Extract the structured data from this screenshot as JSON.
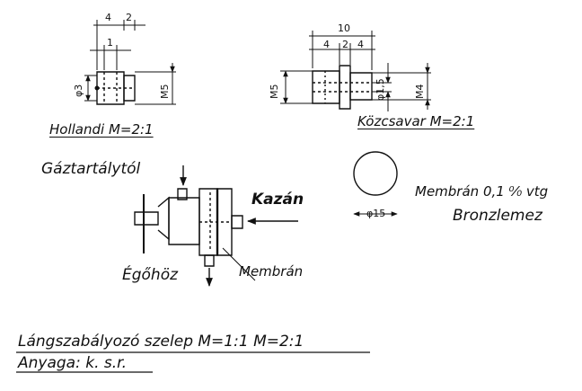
{
  "holland_nut": {
    "title": "Hollandi  M=2:1",
    "dim_top_a": "4",
    "dim_top_b": "2",
    "dim_inner": "1",
    "dim_dia": "φ3",
    "dim_height": "M5"
  },
  "coupling_screw": {
    "title": "Közcsavar  M=2:1",
    "dim_total": "10",
    "dim_a": "4",
    "dim_b": "2",
    "dim_c": "4",
    "dim_left_height": "M5",
    "dim_bore": "φ1,5",
    "dim_right_height": "M4"
  },
  "valve": {
    "label_gas_tank": "Gáztartálytól",
    "label_boiler": "Kazán",
    "label_burner": "Égőhöz",
    "label_membrane": "Membrán"
  },
  "membrane": {
    "label_spec": "Membrán 0,1 ⁰⁄₀ vtg",
    "label_material": "Bronzlemez",
    "dim_dia": "φ15"
  },
  "footer": {
    "title": "Lángszabályozó szelep  M=1:1  M=2:1",
    "material": "Anyaga: k. s.r."
  }
}
